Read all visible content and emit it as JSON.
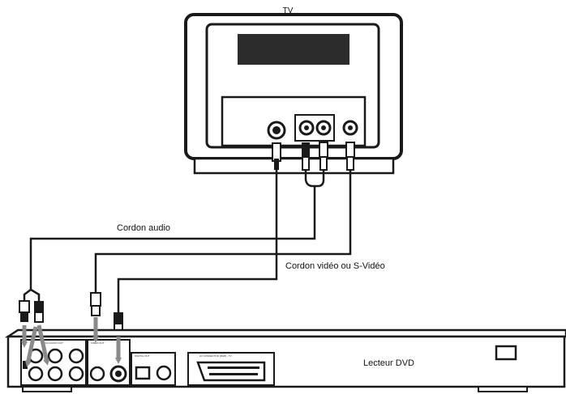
{
  "tv": {
    "label": "TV"
  },
  "cables": {
    "audio_label": "Cordon audio",
    "video_label": "Cordon vidéo ou S-Vidéo"
  },
  "dvd": {
    "label": "Lecteur DVD",
    "panel_labels": {
      "audio_out": "5.1CH AUDIO OUT",
      "video_out": "VIDEO OUT",
      "digital_out": "DIGITAL OUT",
      "av_connector": "AV CONNECTOR (RGB) - TV"
    }
  },
  "colors": {
    "line": "#1a1a1a",
    "panel": "#2a2a2a",
    "arrow": "#8a8a8a"
  }
}
